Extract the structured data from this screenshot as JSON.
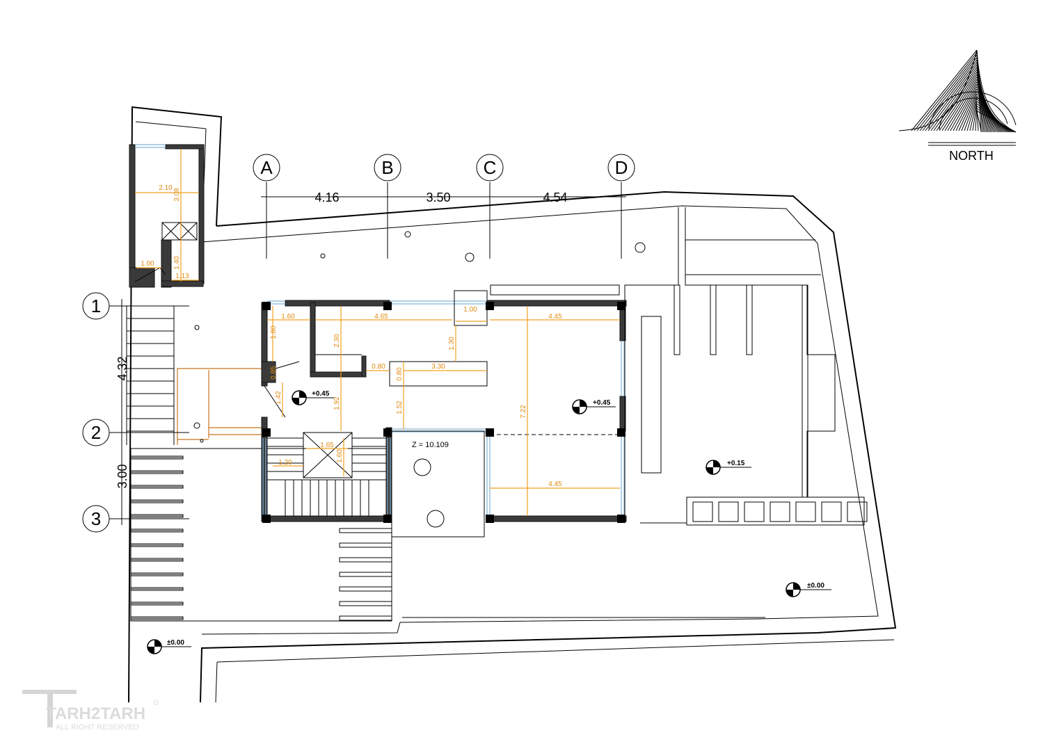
{
  "grid": {
    "columns": [
      "A",
      "B",
      "C",
      "D"
    ],
    "rows": [
      "1",
      "2",
      "3"
    ],
    "column_spacings": [
      "4.16",
      "3.50",
      "4.54"
    ],
    "row_spacings": [
      "4.32",
      "3.00"
    ]
  },
  "north": {
    "label": "NORTH"
  },
  "levels": [
    "+0.45",
    "+0.45",
    "+0.15",
    "±0.00",
    "±0.00"
  ],
  "z_label": "Z = 10.109",
  "dimensions": [
    "2.10",
    "3.08",
    "1.00",
    "1.40",
    "1.13",
    "1.60",
    "4.65",
    "1.80",
    "2.30",
    "1.30",
    "1.00",
    "4.45",
    "0.80",
    "3.30",
    "0.80",
    "0.85",
    "1.42",
    "1.92",
    "1.52",
    "7.22",
    "1.65",
    "1.60",
    "1.20",
    "4.45"
  ],
  "watermark": {
    "brand": "TARH2TARH",
    "copyright": "©",
    "rights": "ALL RIGHT RESERVED"
  },
  "colors": {
    "dimension": "#f0a020",
    "window": "#7fb3d9",
    "wall": "#3a3a3a"
  }
}
